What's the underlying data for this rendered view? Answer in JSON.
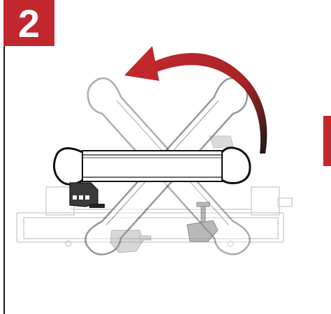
{
  "step": {
    "number": "2",
    "badge_color": "#c0282d"
  },
  "arrow": {
    "direction": "counterclockwise",
    "gradient": [
      "#c0282d",
      "#1a1a1a"
    ]
  },
  "icons": {
    "tool": "folding-tool-outline",
    "clamps": "bar-clamp-icon",
    "base": "workbench-base"
  },
  "colors": {
    "line": "#1a1a1a",
    "ghost": "#c9c9c9",
    "accent": "#c0282d"
  }
}
